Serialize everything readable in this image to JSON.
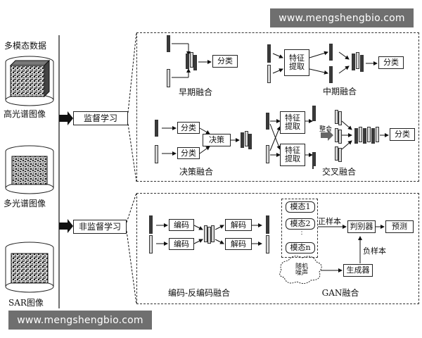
{
  "watermark": "www.mengshengbio.com",
  "data_column": {
    "title": "多模态数据",
    "items": [
      {
        "label": "高光谱图像",
        "icon": "hyperspectral-cube-icon"
      },
      {
        "label": "多光谱图像",
        "icon": "multispectral-cylinder-icon"
      },
      {
        "label": "SAR图像",
        "icon": "sar-cylinder-icon"
      }
    ]
  },
  "supervised": {
    "label": "监督学习",
    "early": {
      "caption": "早期融合",
      "classify": "分类"
    },
    "mid": {
      "caption": "中期融合",
      "extract": "特征\n提取",
      "classify": "分类"
    },
    "decision": {
      "caption": "决策融合",
      "classify_a": "分类",
      "classify_b": "分类",
      "decide": "决策"
    },
    "cross": {
      "caption": "交叉融合",
      "extract_a": "特征\n提取",
      "extract_b": "特征\n提取",
      "integrate": "整合",
      "classify": "分类"
    }
  },
  "unsupervised": {
    "label": "非监督学习",
    "autoencoder": {
      "caption": "编码-反编码融合",
      "encode_a": "编码",
      "encode_b": "编码",
      "decode_a": "解码",
      "decode_b": "解码"
    },
    "gan": {
      "caption": "GAN融合",
      "modal1": "模态1",
      "modal2": "模态2",
      "modaln": "模态n",
      "dots": "⋮",
      "positive": "正样本",
      "discriminator": "判别器",
      "predict": "预测",
      "negative": "负样本",
      "noise": "随机\n噪声",
      "generator": "生成器"
    }
  }
}
